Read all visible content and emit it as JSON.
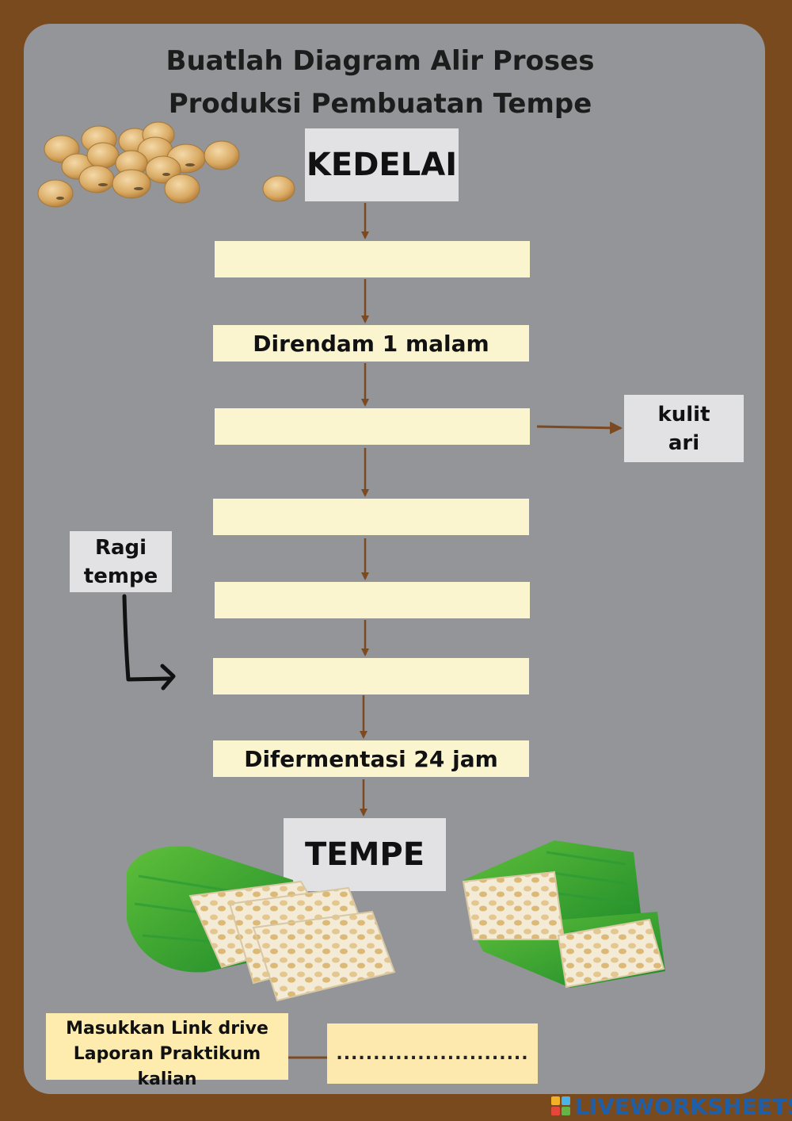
{
  "title": {
    "line1": "Buatlah Diagram Alir Proses",
    "line2": "Produksi Pembuatan Tempe"
  },
  "start_label": "KEDELAI",
  "end_label": "TEMPE",
  "steps": [
    {
      "value": "",
      "placeholder": ""
    },
    {
      "value": "Direndam 1 malam"
    },
    {
      "value": "",
      "placeholder": ""
    },
    {
      "value": "",
      "placeholder": ""
    },
    {
      "value": "",
      "placeholder": ""
    },
    {
      "value": "",
      "placeholder": ""
    },
    {
      "value": "Difermentasi 24 jam"
    }
  ],
  "side_output": {
    "line1": "kulit",
    "line2": "ari"
  },
  "side_input": {
    "line1": "Ragi",
    "line2": "tempe"
  },
  "link_note": {
    "line1": "Masukkan Link drive",
    "line2": "Laporan Praktikum kalian"
  },
  "link_answer": "..........................",
  "brand": {
    "text": "LIVEWORKSHEETS"
  },
  "colors": {
    "background": "#7a4a1f",
    "panel": "#939598",
    "step_box": "#fbf5cf",
    "arrow": "#7b4a22",
    "label_box": "#e2e2e4"
  }
}
